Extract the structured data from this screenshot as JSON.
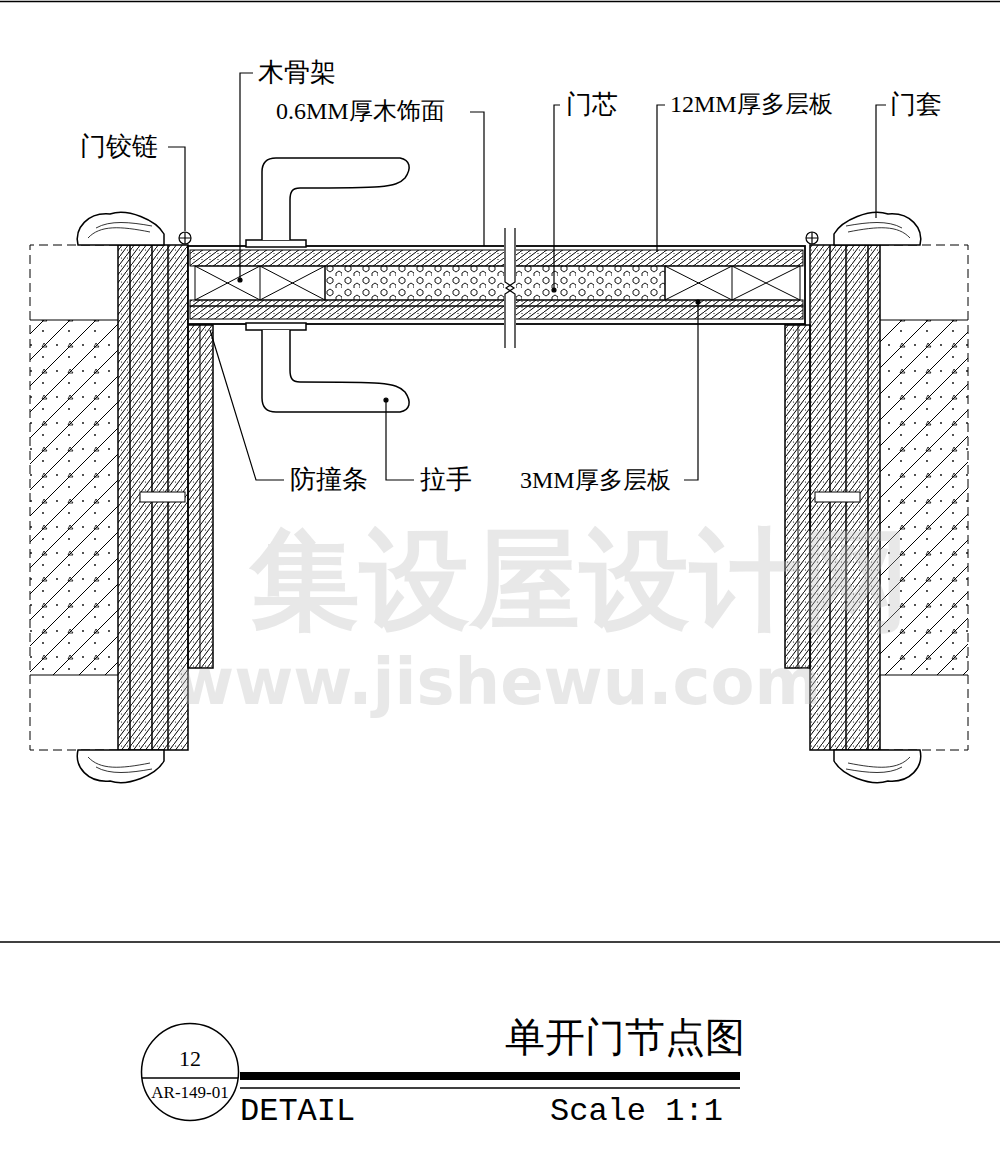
{
  "diagram": {
    "title": "单开门节点图",
    "nodes": [
      {
        "text": [
          "12",
          "AR-149-01"
        ]
      }
    ],
    "labels": [
      "木骨架",
      "0.6MM厚木饰面",
      "门芯",
      "12MM厚多层板",
      "门套",
      "门铰链",
      "防撞条",
      "拉手",
      "3MM厚多层板",
      "集设屋设计网",
      "www.jishewu.com",
      "DETAIL",
      "Scale 1:1"
    ]
  }
}
